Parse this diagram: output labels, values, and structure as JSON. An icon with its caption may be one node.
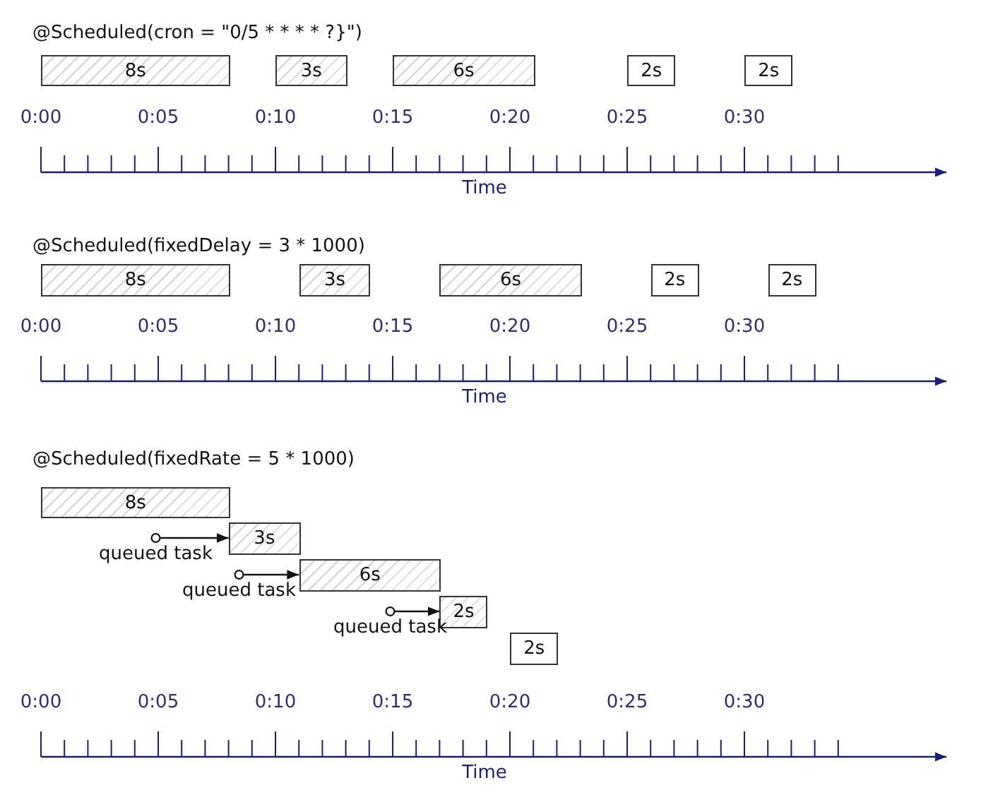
{
  "diagram": {
    "nodes": [
      {
        "text": [
          "8s"
        ]
      },
      {
        "text": [
          "3s"
        ]
      },
      {
        "text": [
          "6s"
        ]
      },
      {
        "text": [
          "2s"
        ]
      },
      {
        "text": [
          "2s"
        ]
      },
      {
        "text": [
          "8s"
        ]
      },
      {
        "text": [
          "3s"
        ]
      },
      {
        "text": [
          "6s"
        ]
      },
      {
        "text": [
          "2s"
        ]
      },
      {
        "text": [
          "2s"
        ]
      },
      {
        "text": [
          "8s"
        ]
      },
      {
        "text": [
          "3s"
        ]
      },
      {
        "text": [
          "queued task"
        ]
      },
      {
        "text": [
          "6s"
        ]
      },
      {
        "text": [
          "queued task"
        ]
      },
      {
        "text": [
          "2s"
        ]
      },
      {
        "text": [
          "queued task"
        ]
      },
      {
        "text": [
          "2s"
        ]
      }
    ],
    "edges": [
      {
        "from": 12,
        "to": 11,
        "arrow": "to"
      },
      {
        "from": 14,
        "to": 13,
        "arrow": "to"
      },
      {
        "from": 16,
        "to": 15,
        "arrow": "to"
      }
    ],
    "labels": [
      "@Scheduled(cron = \"0/5 * * * * ?}\")",
      "0:00",
      "0:05",
      "0:10",
      "0:15",
      "0:20",
      "0:25",
      "0:30",
      "Time",
      "@Scheduled(fixedDelay = 3 * 1000)",
      "0:00",
      "0:05",
      "0:10",
      "0:15",
      "0:20",
      "0:25",
      "0:30",
      "Time",
      "@Scheduled(fixedRate = 5 * 1000)",
      "0:00",
      "0:05",
      "0:10",
      "0:15",
      "0:20",
      "0:25",
      "0:30",
      "Time"
    ]
  }
}
